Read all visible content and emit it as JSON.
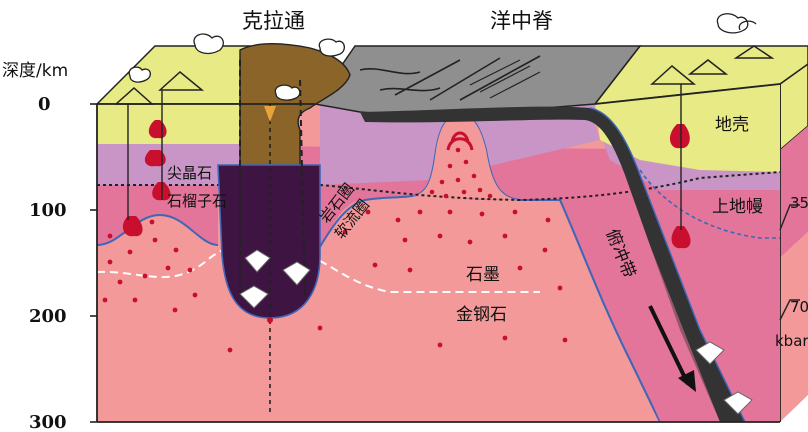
{
  "top_labels": {
    "kimberlite": "克拉通",
    "ridge": "洋中脊"
  },
  "axis": {
    "title": "深度/km",
    "ticks": [
      "0",
      "100",
      "200",
      "300"
    ]
  },
  "regions": {
    "crust": "地壳",
    "upper_mantle": "上地幔",
    "spinel": "尖晶石",
    "garnet": "石榴子石",
    "lithosphere": "岩石圈",
    "asthenosphere": "软流圈",
    "graphite": "石墨",
    "diamond": "金钢石",
    "subduction": "俯冲带"
  },
  "pressure": {
    "p1": "35",
    "p2": "70",
    "unit": "kbar"
  },
  "colors": {
    "crust_yellow": "#e8ea86",
    "lithosphere_lilac": "#c994c6",
    "upper_mantle_pink": "#e4759a",
    "asthenosphere_salmon": "#f39999",
    "kimberlite_brown": "#8a6428",
    "pipe_purple": "#3e1443",
    "ocean_gray": "#8f8f8f",
    "melt_red": "#c8102e"
  }
}
